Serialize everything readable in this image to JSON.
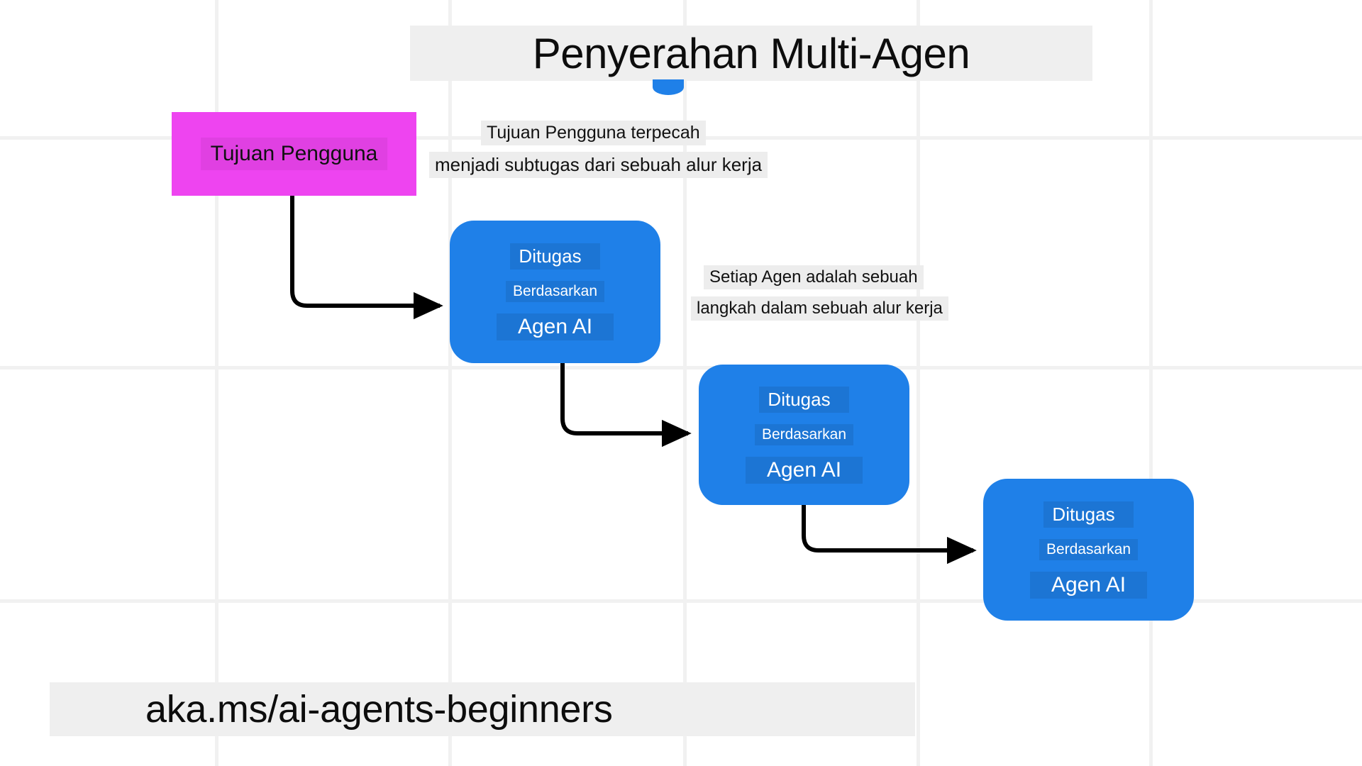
{
  "title": "Penyerahan Multi-Agen",
  "footer": "aka.ms/ai-agents-beginners",
  "goal": {
    "label": "Tujuan Pengguna",
    "color": "#ee44f0"
  },
  "accent_color": "#1f80e8",
  "banner_color": "#efefef",
  "note_color": "#ededed",
  "notes": [
    {
      "id": "note-1a",
      "text": "Tujuan Pengguna terpecah"
    },
    {
      "id": "note-1b",
      "text": "menjadi subtugas dari sebuah alur kerja"
    },
    {
      "id": "note-2a",
      "text": "Setiap Agen adalah sebuah"
    },
    {
      "id": "note-2b",
      "text": "langkah dalam sebuah alur kerja"
    }
  ],
  "agents": [
    {
      "ditugas": "Ditugas",
      "berdasarkan": "Berdasarkan",
      "agen": "Agen AI"
    },
    {
      "ditugas": "Ditugas",
      "berdasarkan": "Berdasarkan",
      "agen": "Agen AI"
    },
    {
      "ditugas": "Ditugas",
      "berdasarkan": "Berdasarkan",
      "agen": "Agen AI"
    }
  ]
}
